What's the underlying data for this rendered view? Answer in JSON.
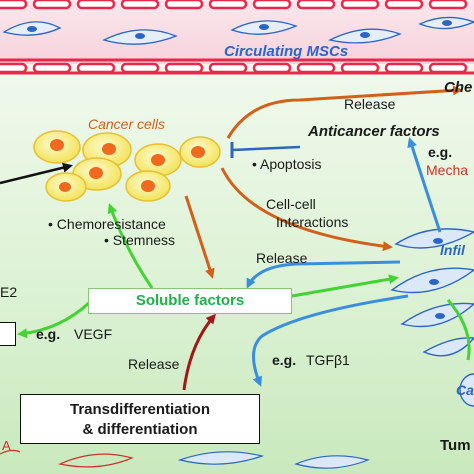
{
  "vessel": {
    "label": "Circulating MSCs"
  },
  "cancer_cells": {
    "label": "Cancer cells"
  },
  "labels": {
    "release_top": "Release",
    "chemo_partial": "Che",
    "anticancer": "Anticancer factors",
    "eg_right": "e.g.",
    "mecha_partial": "Mecha",
    "apoptosis": "• Apoptosis",
    "cellcell_1": "Cell-cell",
    "cellcell_2": "Interactions",
    "infil_partial": "Infil",
    "chemoresistance": "• Chemoresistance",
    "stemness": "• Stemness",
    "release_mid": "Release",
    "e2_partial": "E2",
    "eg_vegf_bold": "e.g.",
    "vegf": "VEGF",
    "eg_tgf_bold": "e.g.",
    "tgf": "TGFβ1",
    "release_bottom": "Release",
    "ca_partial": "Ca",
    "tum_partial": "Tum",
    "a_partial": "A"
  },
  "soluble": {
    "label": "Soluble factors"
  },
  "trans": {
    "line1": "Transdifferentiation",
    "line2": "& differentiation"
  },
  "colors": {
    "vessel": "#e8284a",
    "blue_text": "#2a66c8",
    "orange": "#d2601a",
    "green": "#44d234",
    "blue_arrow": "#3a8ee0",
    "dark_red": "#a01818",
    "cell_fill": "#f6ef7a",
    "nucleus": "#ef6a1e"
  }
}
